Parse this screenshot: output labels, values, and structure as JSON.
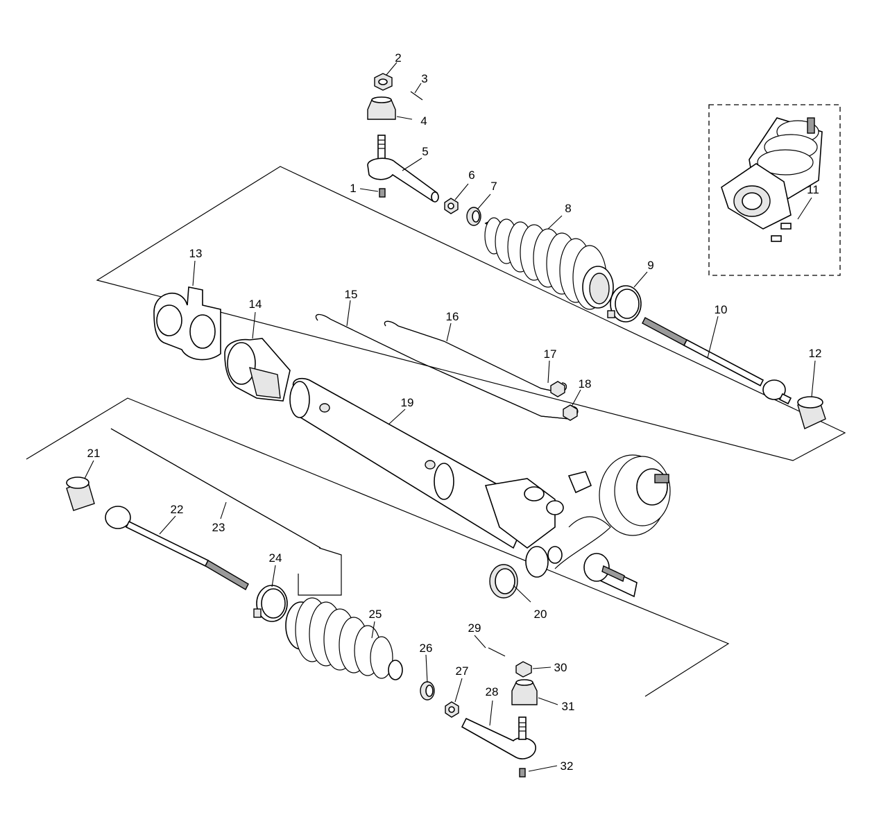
{
  "diagram": {
    "callouts": [
      "1",
      "2",
      "3",
      "4",
      "5",
      "6",
      "7",
      "8",
      "9",
      "10",
      "11",
      "12",
      "13",
      "14",
      "15",
      "16",
      "17",
      "18",
      "19",
      "20",
      "21",
      "22",
      "23",
      "24",
      "25",
      "26",
      "27",
      "28",
      "29",
      "30",
      "31",
      "32"
    ]
  }
}
